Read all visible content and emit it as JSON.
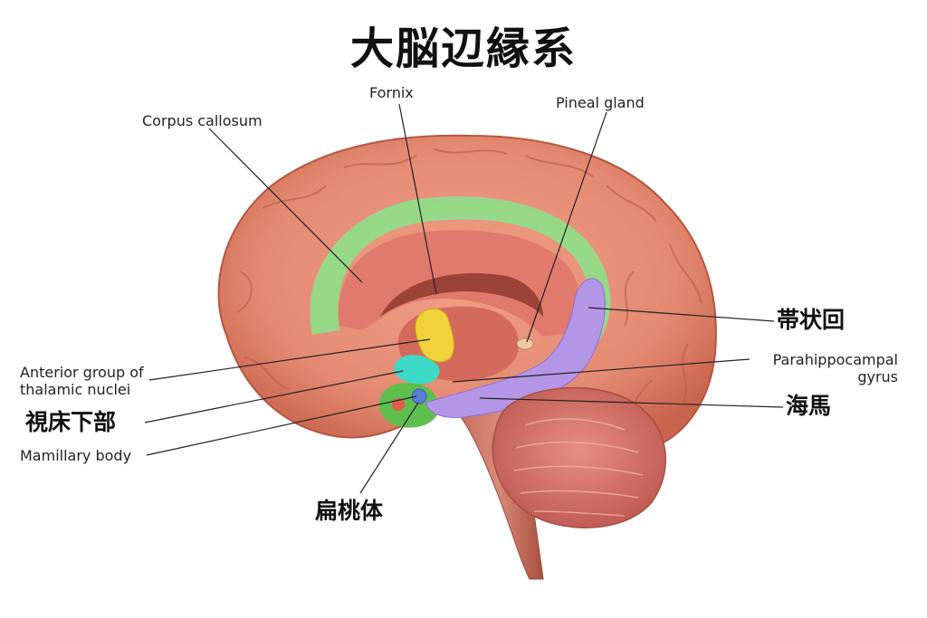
{
  "title": "大脳辺縁系",
  "labels": {
    "fornix": "Fornix",
    "corpus_callosum": "Corpus callosum",
    "pineal_gland": "Pineal gland",
    "cingulate_gyrus": "帯状回",
    "parahippocampal_line1": "Parahippocampal",
    "parahippocampal_line2": "gyrus",
    "hippocampus": "海馬",
    "anterior_line1": "Anterior group of",
    "anterior_line2": "thalamic nuclei",
    "hypothalamus": "視床下部",
    "mamillary_body": "Mamillary body",
    "amygdala": "扁桃体"
  },
  "colors": {
    "brain": "#e48a72",
    "brain_shade": "#c9654e",
    "cingulate": "#8ee08a",
    "callosum": "#e07a6c",
    "hippocampus": "#b496e6",
    "thalamic_nuclei": "#f2d23a",
    "hypothalamus": "#3fd9c8",
    "mamillary": "#5b7ed6",
    "amygdala_zone": "#5fbf4e",
    "cerebellum": "#d4736a",
    "brainstem": "#b85c4e"
  }
}
